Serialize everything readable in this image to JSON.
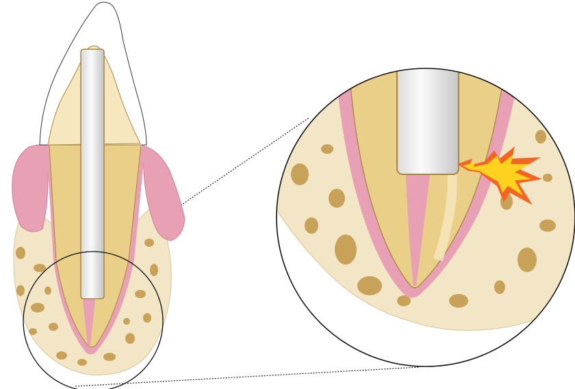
{
  "colors": {
    "background": "#ffffff",
    "outline": "#1a1a1a",
    "gum": "#e8a0b4",
    "gum_edge": "#c98095",
    "bone": "#f3e6c6",
    "bone_edge": "#d8c49a",
    "bone_pore": "#c9a25a",
    "dentin": "#e9cf87",
    "dentin_edge": "#a88540",
    "canal": "#e8a0b4",
    "crown": "#f6e7bf",
    "post_light": "#f7f7f7",
    "post_dark": "#c8c8c8",
    "fracture_outer": "#f26522",
    "fracture_inner": "#ffd21f"
  },
  "figure": {
    "left_panel": "full-tooth-with-post",
    "right_panel": "magnified-apical-fracture",
    "connector": "dotted-zoom-lines"
  }
}
